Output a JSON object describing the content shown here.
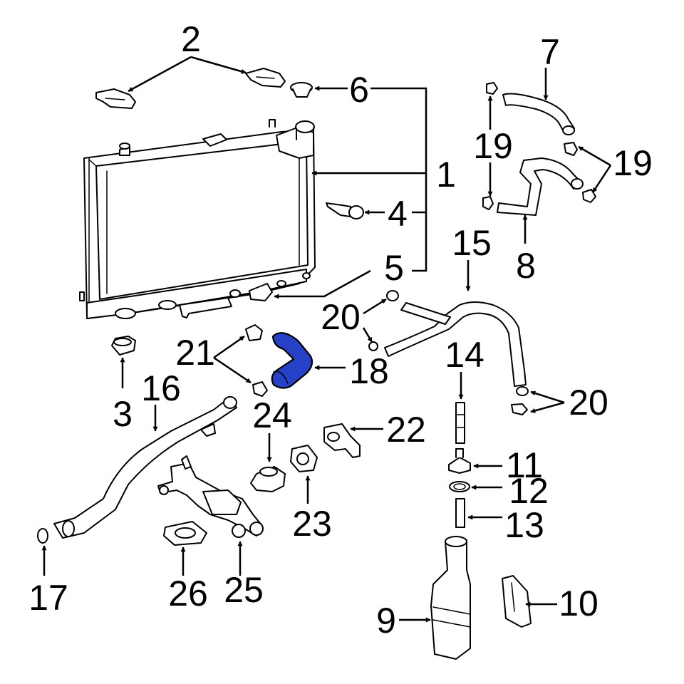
{
  "highlight_color": "#2740c8",
  "highlighted_part": "18",
  "callouts": {
    "c1": "1",
    "c2": "2",
    "c3": "3",
    "c4": "4",
    "c5": "5",
    "c6": "6",
    "c7": "7",
    "c8": "8",
    "c9": "9",
    "c10": "10",
    "c11": "11",
    "c12": "12",
    "c13": "13",
    "c14": "14",
    "c15": "15",
    "c16": "16",
    "c17": "17",
    "c18": "18",
    "c19a": "19",
    "c19b": "19",
    "c20a": "20",
    "c20b": "20",
    "c21": "21",
    "c22": "22",
    "c23": "23",
    "c24": "24",
    "c25": "25",
    "c26": "26"
  }
}
